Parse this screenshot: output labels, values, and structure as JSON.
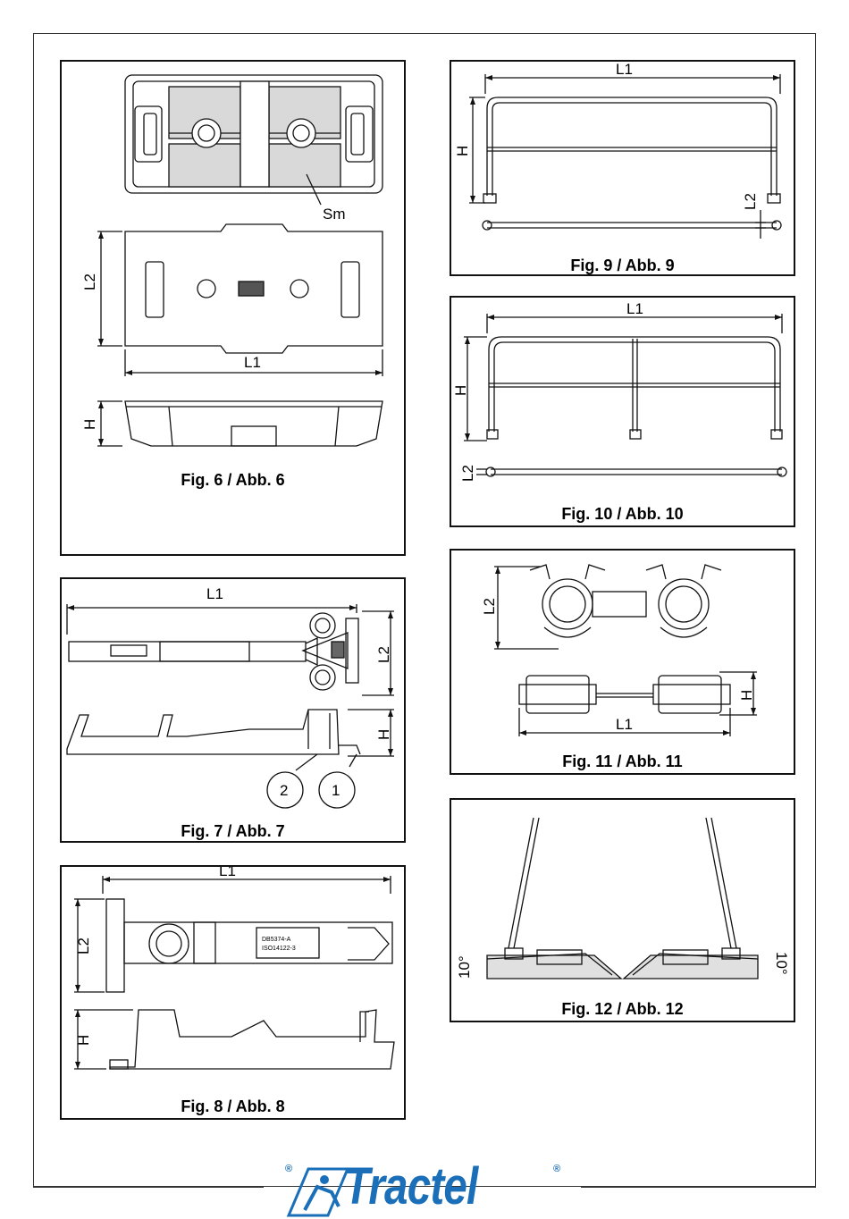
{
  "figures": {
    "fig6": {
      "caption": "Fig. 6 / Abb. 6",
      "labels": {
        "l1": "L1",
        "l2": "L2",
        "h": "H",
        "sm": "Sm"
      }
    },
    "fig7": {
      "caption": "Fig. 7 / Abb. 7",
      "labels": {
        "l1": "L1",
        "l2": "L2",
        "h": "H",
        "c1": "1",
        "c2": "2"
      }
    },
    "fig8": {
      "caption": "Fig. 8 / Abb. 8",
      "labels": {
        "l1": "L1",
        "l2": "L2",
        "h": "H"
      },
      "plate": [
        "DB5374-A",
        "ISO14122-3"
      ]
    },
    "fig9": {
      "caption": "Fig. 9 / Abb. 9",
      "labels": {
        "l1": "L1",
        "l2": "L2",
        "h": "H"
      }
    },
    "fig10": {
      "caption": "Fig. 10 / Abb. 10",
      "labels": {
        "l1": "L1",
        "l2": "L2",
        "h": "H"
      }
    },
    "fig11": {
      "caption": "Fig. 11 / Abb. 11",
      "labels": {
        "l1": "L1",
        "l2": "L2",
        "h": "H"
      }
    },
    "fig12": {
      "caption": "Fig. 12 / Abb. 12",
      "labels": {
        "angle_left": "10°",
        "angle_right": "10°"
      }
    }
  },
  "brand": {
    "name": "Tractel",
    "reg": "®",
    "color": "#1a6fb8"
  }
}
